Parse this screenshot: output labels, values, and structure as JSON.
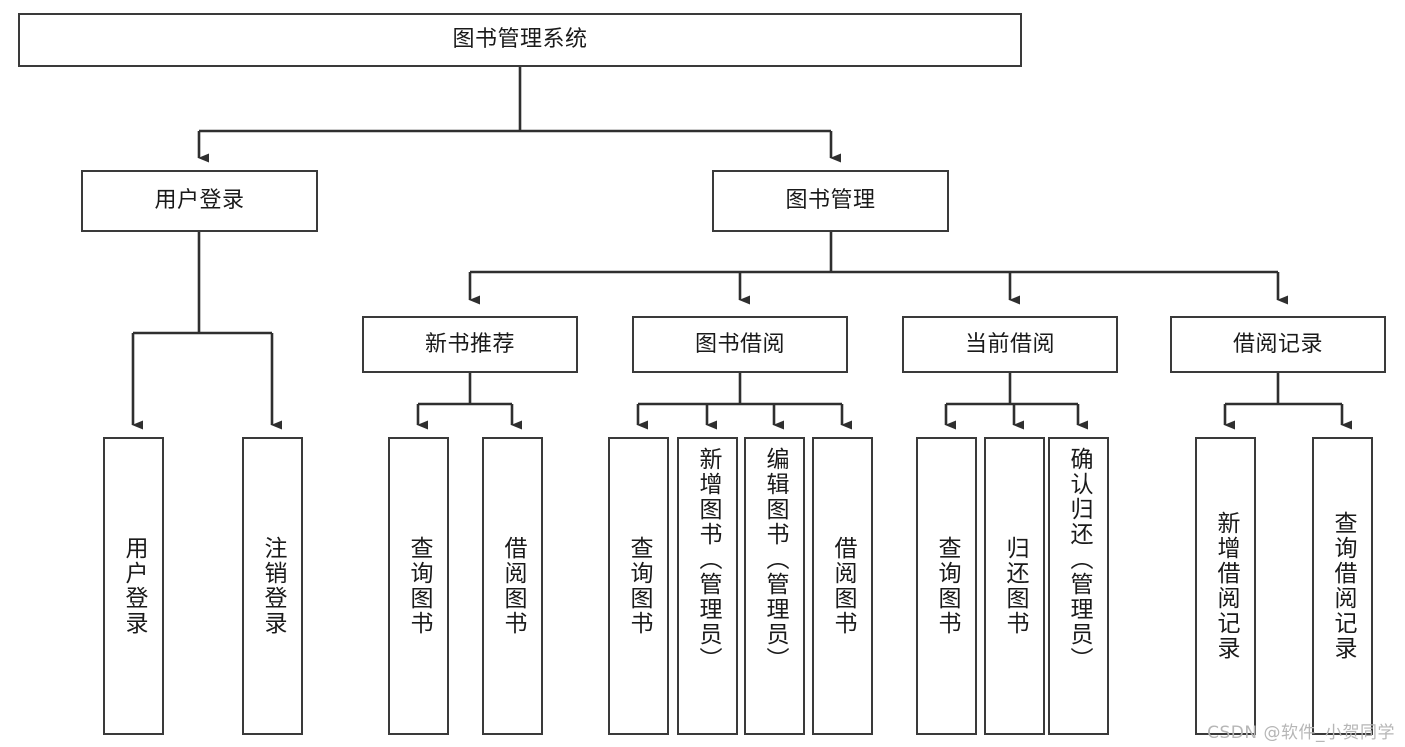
{
  "diagram": {
    "type": "tree-hierarchy",
    "title": "图书管理系统",
    "watermark": "CSDN @软件_小贺同学",
    "colors": {
      "box_border": "#3a3a3a",
      "connector": "#2f2f2f",
      "background": "#ffffff",
      "text": "#1a1a1a",
      "watermark": "#b6b6b6"
    },
    "levels": {
      "root": {
        "label": "图书管理系统"
      },
      "level2": [
        {
          "id": "user-login",
          "label": "用户登录"
        },
        {
          "id": "book-management",
          "label": "图书管理"
        }
      ],
      "level3": [
        {
          "id": "new-book-recommend",
          "label": "新书推荐",
          "parent": "book-management"
        },
        {
          "id": "book-borrow",
          "label": "图书借阅",
          "parent": "book-management"
        },
        {
          "id": "current-borrow",
          "label": "当前借阅",
          "parent": "book-management"
        },
        {
          "id": "borrow-record",
          "label": "借阅记录",
          "parent": "book-management"
        }
      ],
      "leaves": [
        {
          "id": "leaf-user-login",
          "label": "用户登录",
          "parent": "user-login"
        },
        {
          "id": "leaf-logout-login",
          "label": "注销登录",
          "parent": "user-login"
        },
        {
          "id": "leaf-query-book-1",
          "label": "查询图书",
          "parent": "new-book-recommend"
        },
        {
          "id": "leaf-borrow-book-1",
          "label": "借阅图书",
          "parent": "new-book-recommend"
        },
        {
          "id": "leaf-query-book-2",
          "label": "查询图书",
          "parent": "book-borrow"
        },
        {
          "id": "leaf-add-book",
          "label": "新增图书（管理员）",
          "parent": "book-borrow"
        },
        {
          "id": "leaf-edit-book",
          "label": "编辑图书（管理员）",
          "parent": "book-borrow"
        },
        {
          "id": "leaf-borrow-book-2",
          "label": "借阅图书",
          "parent": "book-borrow"
        },
        {
          "id": "leaf-query-book-3",
          "label": "查询图书",
          "parent": "current-borrow"
        },
        {
          "id": "leaf-return-book",
          "label": "归还图书",
          "parent": "current-borrow"
        },
        {
          "id": "leaf-confirm-return",
          "label": "确认归还（管理员）",
          "parent": "current-borrow"
        },
        {
          "id": "leaf-add-record",
          "label": "新增借阅记录",
          "parent": "borrow-record"
        },
        {
          "id": "leaf-query-record",
          "label": "查询借阅记录",
          "parent": "borrow-record"
        }
      ]
    }
  }
}
